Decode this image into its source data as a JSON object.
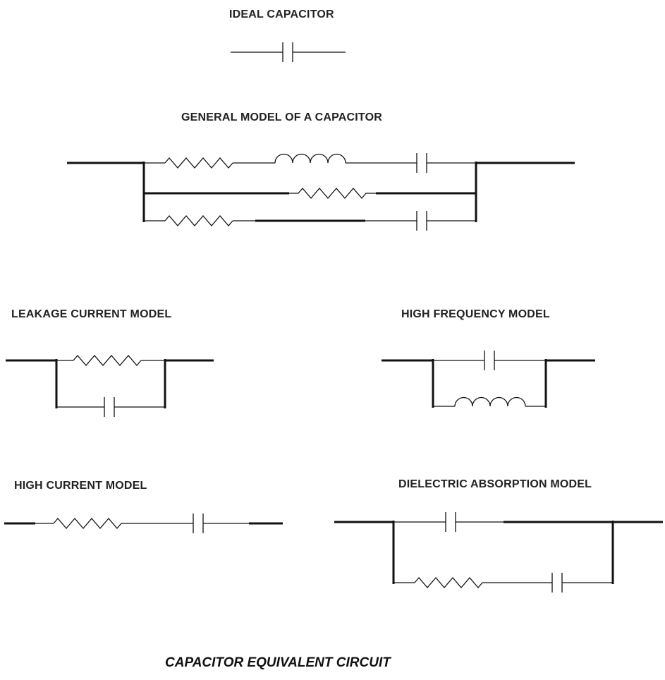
{
  "diagram": {
    "caption": "CAPACITOR EQUIVALENT CIRCUIT",
    "models": [
      {
        "id": "ideal",
        "title": "IDEAL CAPACITOR"
      },
      {
        "id": "general",
        "title": "GENERAL MODEL OF A CAPACITOR"
      },
      {
        "id": "leakage",
        "title": "LEAKAGE CURRENT MODEL"
      },
      {
        "id": "high-frequency",
        "title": "HIGH FREQUENCY MODEL"
      },
      {
        "id": "high-current",
        "title": "HIGH CURRENT MODEL"
      },
      {
        "id": "dielectric",
        "title": "DIELECTRIC ABSORPTION MODEL"
      }
    ],
    "components": [
      "resistor-icon",
      "inductor-icon",
      "capacitor-icon"
    ],
    "line_color": "#111111"
  }
}
